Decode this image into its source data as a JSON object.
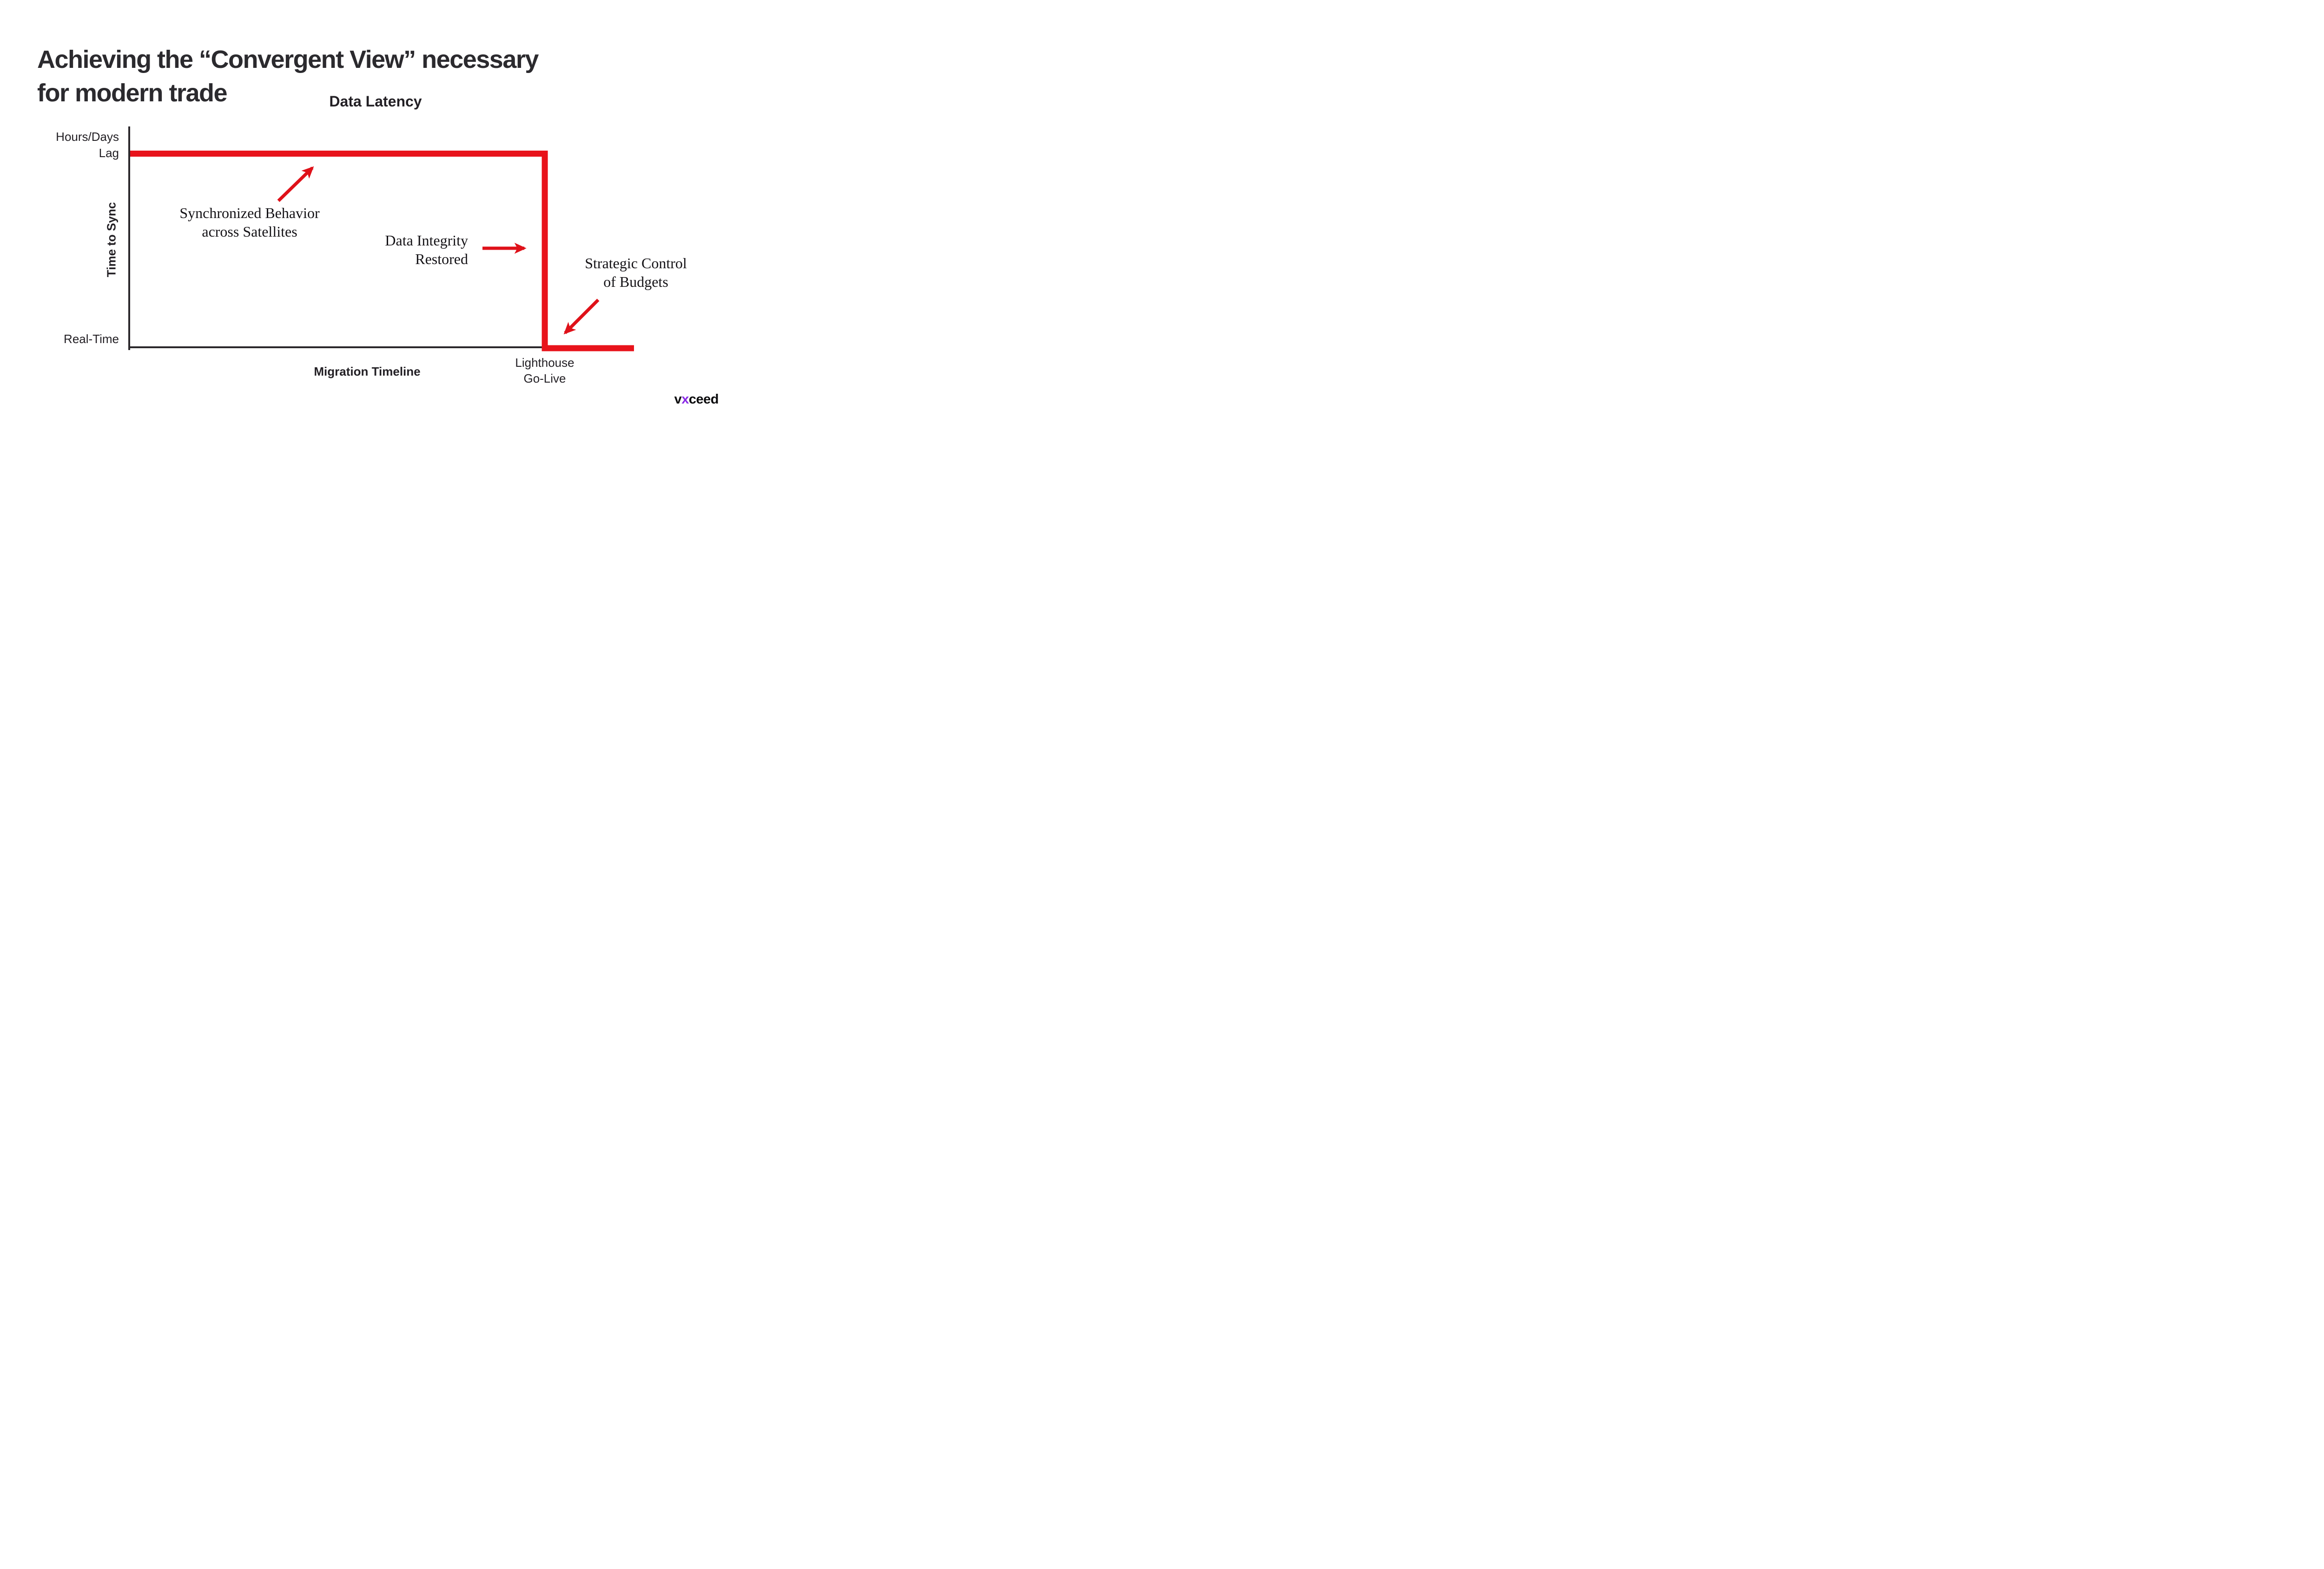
{
  "page": {
    "title_line1": "Achieving the “Convergent View” necessary",
    "title_line2": "for modern trade",
    "background_color": "#ffffff",
    "accent_red": "#e8131b",
    "text_dark": "#2b2a2e",
    "logo": {
      "part1": "v",
      "part2": "x",
      "part3": "ceed",
      "x_color": "#8a2ae6"
    }
  },
  "chart_data": {
    "type": "line",
    "subtype": "step",
    "title": "Data Latency",
    "xlabel": "Migration Timeline",
    "ylabel": "Time to Sync",
    "line_color": "#e8131b",
    "axis_color": "#2a272b",
    "grid": false,
    "legend": false,
    "y_ticks": [
      {
        "label_line1": "Hours/Days",
        "label_line2": "Lag",
        "value": 1
      },
      {
        "label_line1": "Real-Time",
        "label_line2": "",
        "value": 0
      }
    ],
    "x_ticks": [
      {
        "label_line1": "Lighthouse",
        "label_line2": "Go-Live",
        "position": 0.823
      }
    ],
    "series": [
      {
        "name": "Data Latency",
        "points": [
          {
            "x": 0,
            "y": 1
          },
          {
            "x": 0.823,
            "y": 1
          },
          {
            "x": 0.823,
            "y": 0
          },
          {
            "x": 1,
            "y": 0
          }
        ]
      }
    ],
    "annotations": [
      {
        "line1": "Synchronized Behavior",
        "line2": "across Satellites",
        "arrow_direction": "up-right"
      },
      {
        "line1": "Data Integrity",
        "line2": "Restored",
        "arrow_direction": "right"
      },
      {
        "line1": "Strategic Control",
        "line2": "of Budgets",
        "arrow_direction": "down-left"
      }
    ]
  }
}
